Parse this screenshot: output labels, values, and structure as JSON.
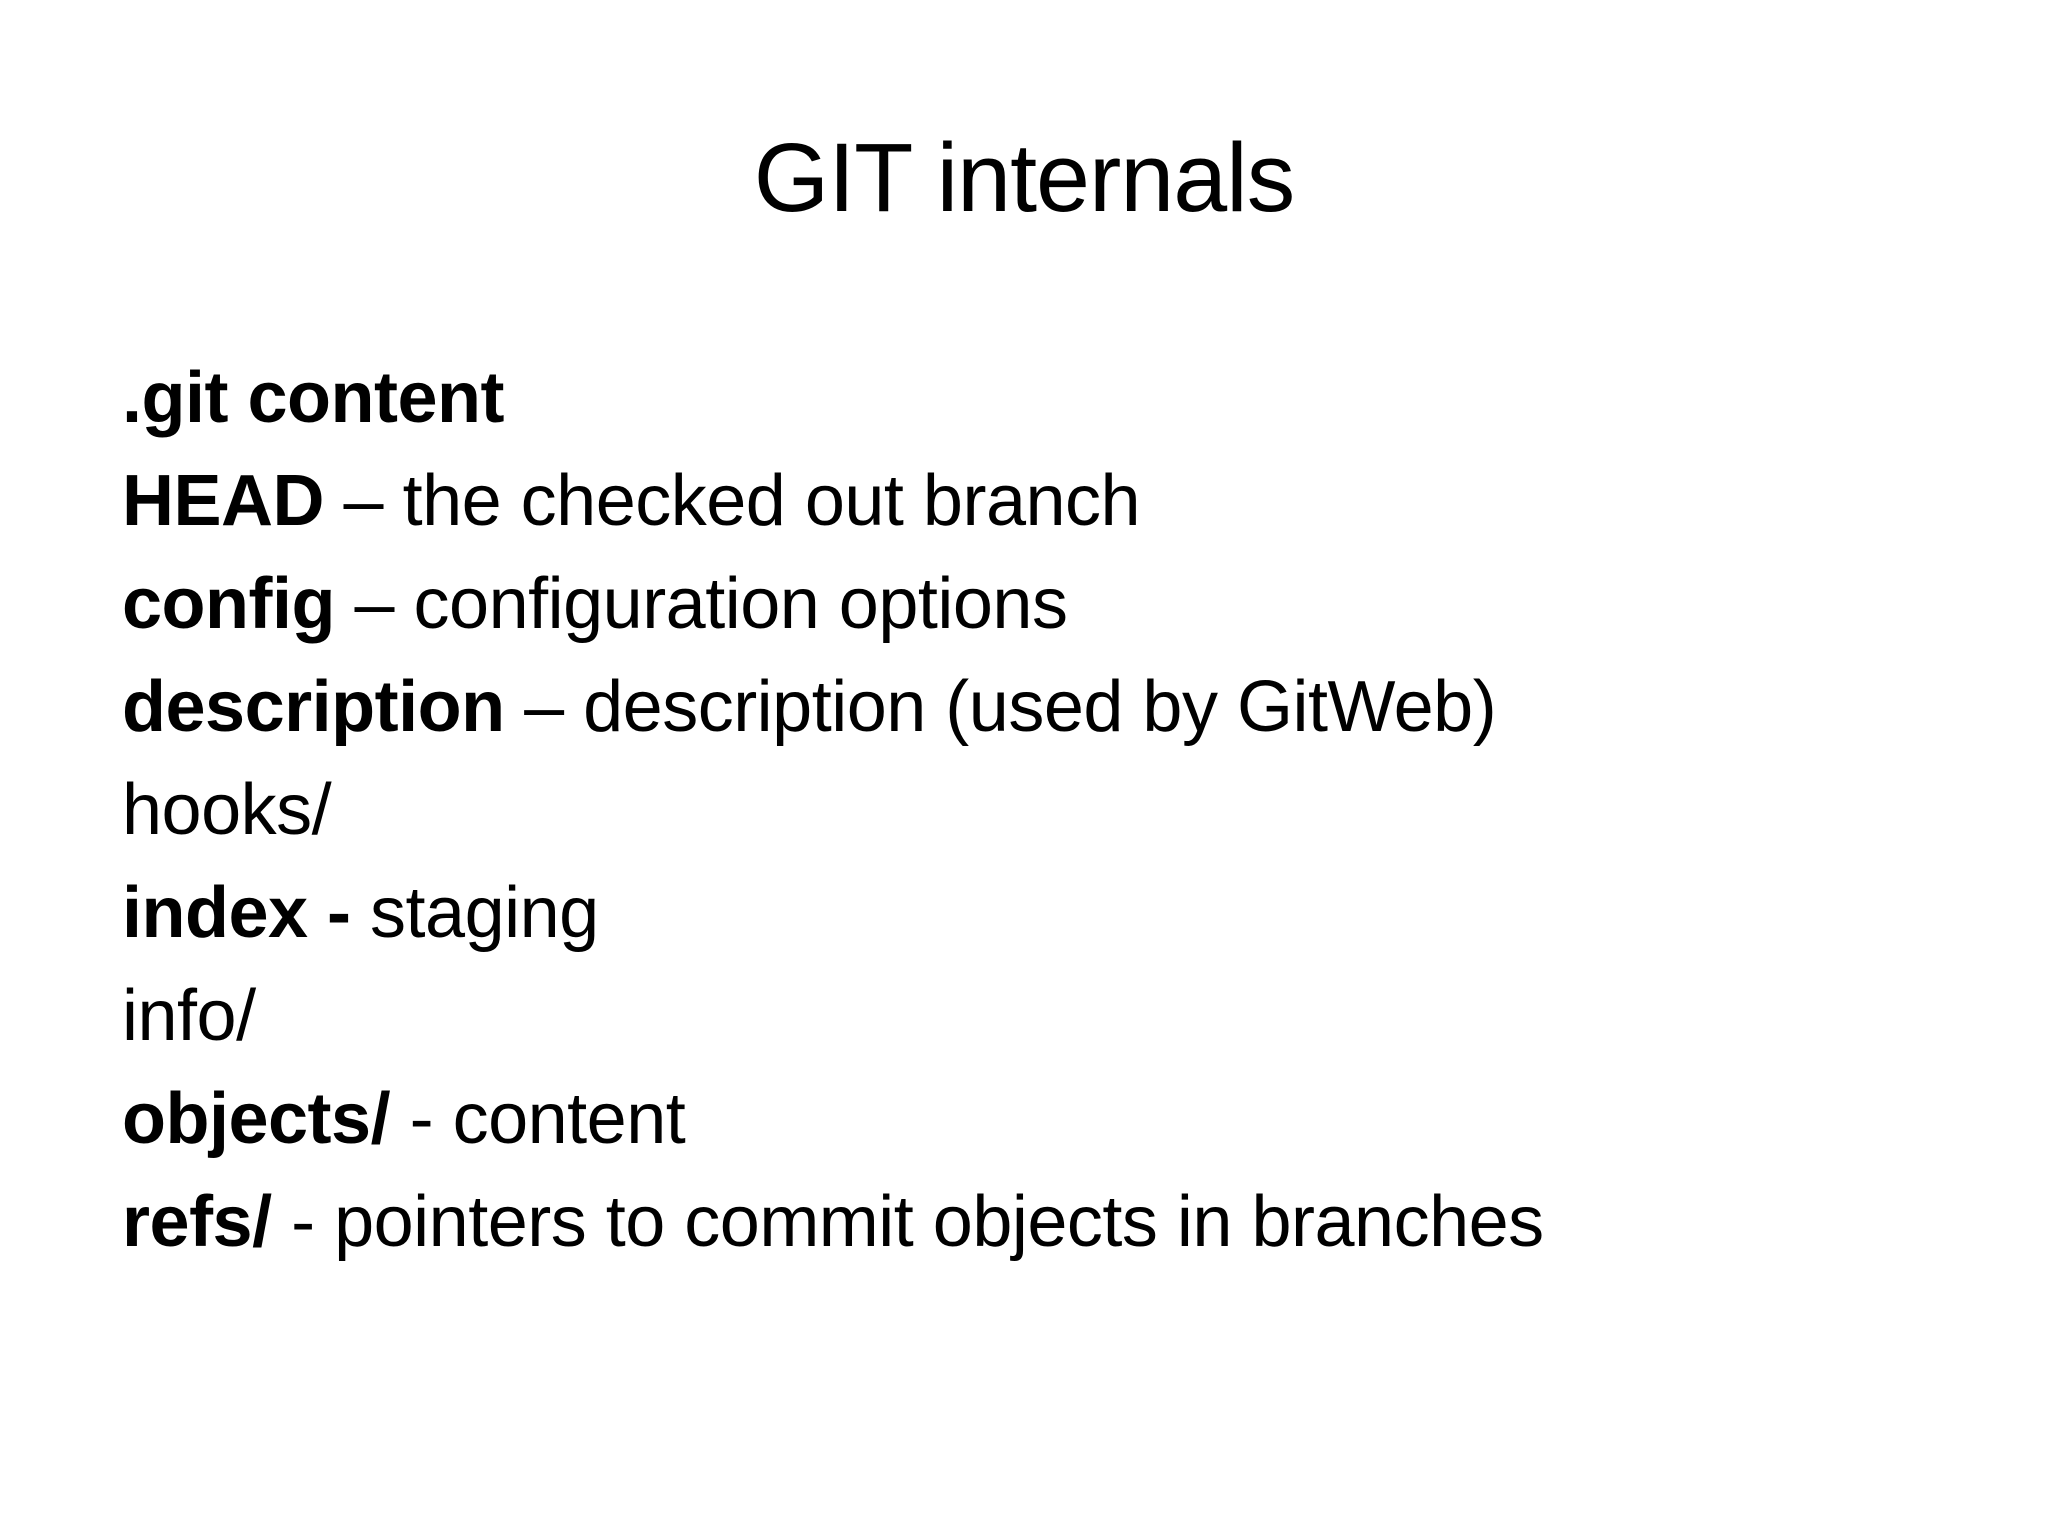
{
  "slide": {
    "title": "GIT internals",
    "lines": [
      {
        "term": ".git content",
        "desc": ""
      },
      {
        "term": "HEAD",
        "desc": " – the checked out branch"
      },
      {
        "term": "config",
        "desc": " – configuration options"
      },
      {
        "term": "description",
        "desc": " – description (used by GitWeb)"
      },
      {
        "term": "",
        "desc": "hooks/"
      },
      {
        "term": "index -",
        "desc": " staging"
      },
      {
        "term": "",
        "desc": "info/"
      },
      {
        "term": "objects/",
        "desc": " - content"
      },
      {
        "term": "refs/",
        "desc": " - pointers to commit objects in branches"
      }
    ],
    "colors": {
      "background": "#ffffff",
      "text": "#000000"
    }
  }
}
